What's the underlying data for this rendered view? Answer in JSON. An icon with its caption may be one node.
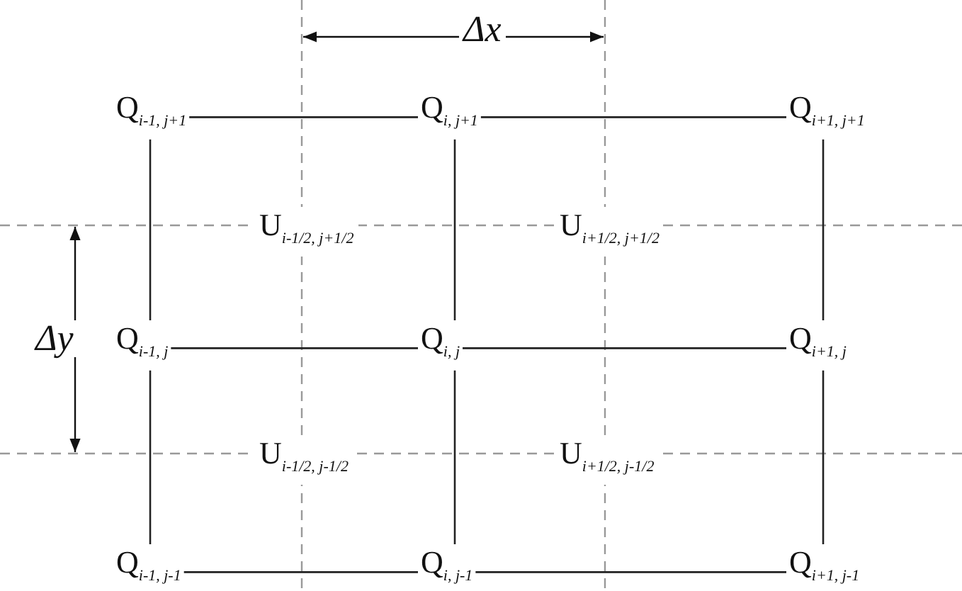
{
  "diagram": {
    "nodes": [
      {
        "text": [
          "Q$_{i-1, j+1}$"
        ]
      },
      {
        "text": [
          "Q$_{i, j+1}$"
        ]
      },
      {
        "text": [
          "Q$_{i+1, j+1}$"
        ]
      },
      {
        "text": [
          "Q$_{i-1, j}$"
        ]
      },
      {
        "text": [
          "Q$_{i, j}$"
        ]
      },
      {
        "text": [
          "Q$_{i+1, j}$"
        ]
      },
      {
        "text": [
          "Q$_{i-1, j-1}$"
        ]
      },
      {
        "text": [
          "Q$_{i, j-1}$"
        ]
      },
      {
        "text": [
          "Q$_{i+1, j-1}$"
        ]
      }
    ],
    "edges": [
      {
        "from": 0,
        "to": 1,
        "arrow": "none"
      },
      {
        "from": 1,
        "to": 2,
        "arrow": "none"
      },
      {
        "from": 3,
        "to": 4,
        "arrow": "none"
      },
      {
        "from": 4,
        "to": 5,
        "arrow": "none"
      },
      {
        "from": 6,
        "to": 7,
        "arrow": "none"
      },
      {
        "from": 7,
        "to": 8,
        "arrow": "none"
      },
      {
        "from": 0,
        "to": 3,
        "arrow": "none"
      },
      {
        "from": 3,
        "to": 6,
        "arrow": "none"
      },
      {
        "from": 1,
        "to": 4,
        "arrow": "none"
      },
      {
        "from": 4,
        "to": 7,
        "arrow": "none"
      },
      {
        "from": 2,
        "to": 5,
        "arrow": "none"
      },
      {
        "from": 5,
        "to": 8,
        "arrow": "none"
      }
    ],
    "labels": [
      "Δx",
      "U$_{i-1/2, j+1/2}$",
      "U$_{i+1/2, j+1/2}$",
      "Δy",
      "U$_{i-1/2, j-1/2}$",
      "U$_{i+1/2, j-1/2}$"
    ]
  }
}
